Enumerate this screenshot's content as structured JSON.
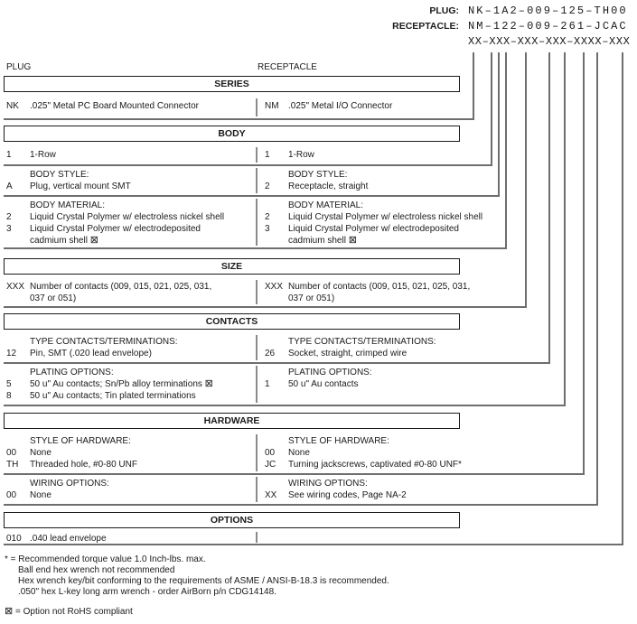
{
  "icons": {
    "not_rohs": "⊠"
  },
  "part_numbers": {
    "plug_label": "PLUG:",
    "plug_value": "NK–1A2–009–125–TH00",
    "receptacle_label": "RECEPTACLE:",
    "receptacle_value": "NM–122–009–261–JCAC",
    "code_mask": "XX–XXX–XXX–XXX–XXXX–XXX"
  },
  "column_headers": {
    "plug": "PLUG",
    "receptacle": "RECEPTACLE"
  },
  "series": {
    "title": "SERIES",
    "plug_code": "NK",
    "plug_desc": ".025\" Metal PC Board Mounted Connector",
    "recept_code": "NM",
    "recept_desc": ".025\" Metal I/O Connector"
  },
  "body_section": {
    "title": "BODY",
    "row_code_plug": "1",
    "row_desc_plug": "1-Row",
    "row_code_recept": "1",
    "row_desc_recept": "1-Row",
    "style_label": "BODY STYLE:",
    "style_code_plug": "A",
    "style_desc_plug": "Plug, vertical mount SMT",
    "style_code_recept": "2",
    "style_desc_recept": "Receptacle, straight",
    "material_label": "BODY MATERIAL:",
    "material_code2": "2",
    "material_desc2": "Liquid Crystal Polymer w/ electroless nickel shell",
    "material_code3": "3",
    "material_desc3": "Liquid Crystal Polymer w/ electrodeposited",
    "material_desc3_cont": "cadmium shell"
  },
  "size": {
    "title": "SIZE",
    "code": "XXX",
    "desc_line1": "Number of contacts (009, 015, 021, 025, 031,",
    "desc_line2": "037 or 051)"
  },
  "contacts": {
    "title": "CONTACTS",
    "type_label": "TYPE CONTACTS/TERMINATIONS:",
    "type_code_plug": "12",
    "type_desc_plug": "Pin, SMT (.020 lead envelope)",
    "type_code_recept": "26",
    "type_desc_recept": "Socket, straight, crimped wire",
    "plating_label": "PLATING OPTIONS:",
    "plating_code5": "5",
    "plating_desc5": "50 u\" Au contacts; Sn/Pb alloy terminations",
    "plating_code8": "8",
    "plating_desc8": "50 u\" Au contacts; Tin plated terminations",
    "plating_code1": "1",
    "plating_desc1": "50 u\" Au contacts"
  },
  "hardware": {
    "title": "HARDWARE",
    "style_label": "STYLE OF HARDWARE:",
    "style_code00_plug": "00",
    "style_desc00_plug": "None",
    "style_codeTH": "TH",
    "style_descTH": "Threaded hole, #0-80 UNF",
    "style_code00_recept": "00",
    "style_desc00_recept": "None",
    "style_codeJC": "JC",
    "style_descJC": "Turning jackscrews, captivated #0-80 UNF*",
    "wiring_label": "WIRING OPTIONS:",
    "wiring_code_plug": "00",
    "wiring_desc_plug": "None",
    "wiring_code_recept": "XX",
    "wiring_desc_recept": "See wiring codes, Page NA-2"
  },
  "options": {
    "title": "OPTIONS",
    "code": "010",
    "desc": ".040 lead envelope"
  },
  "footnotes": {
    "line1": "* = Recommended torque value 1.0 Inch-lbs. max.",
    "line2": "Ball end hex wrench not recommended",
    "line3": "Hex wrench key/bit conforming to the requirements of ASME / ANSI-B-18.3 is recommended.",
    "line4": ".050\" hex L-key long arm wrench - order AirBorn p/n CDG14148.",
    "rohs": "= Option not RoHS compliant"
  }
}
